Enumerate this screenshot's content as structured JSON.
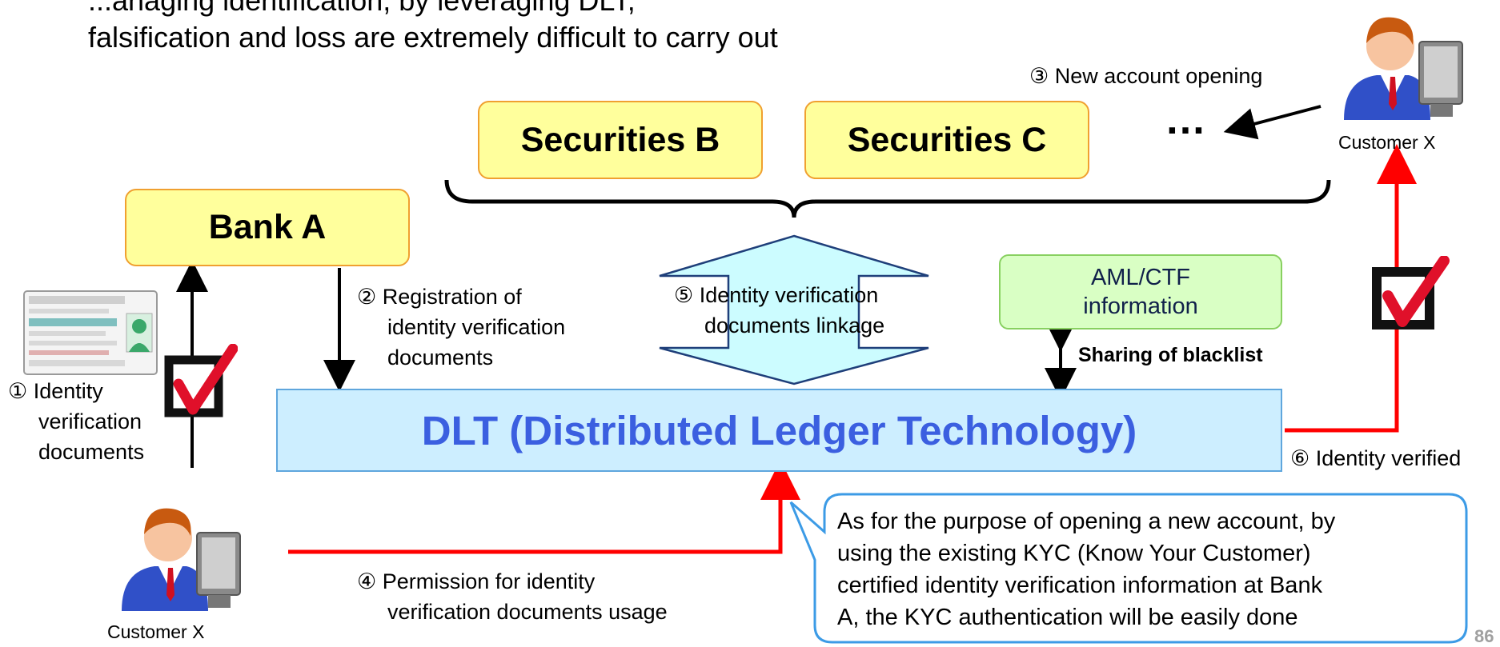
{
  "intro": {
    "line1": "...anaging identification, by leveraging DLT,",
    "line2": "falsification and loss are extremely difficult to carry out"
  },
  "boxes": {
    "bank_a": "Bank A",
    "securities_b": "Securities B",
    "securities_c": "Securities C",
    "ellipsis": "…",
    "aml_ctf_line1": "AML/CTF",
    "aml_ctf_line2": "information",
    "dlt": "DLT (Distributed Ledger Technology)"
  },
  "steps": {
    "step1_line1": "① Identity",
    "step1_line2": "verification",
    "step1_line3": "documents",
    "step2_line1": "② Registration of",
    "step2_line2": "identity verification",
    "step2_line3": "documents",
    "step3": "③ New account opening",
    "step4_line1": "④ Permission for identity",
    "step4_line2": "verification documents usage",
    "step5_line1": "⑤ Identity verification",
    "step5_line2": "documents linkage",
    "step6": "⑥ Identity verified",
    "sharing": "Sharing of blacklist"
  },
  "customers": {
    "top_right": "Customer X",
    "bottom_left": "Customer X"
  },
  "callout": {
    "line1": "As for the purpose of opening a new account, by",
    "line2": "using the existing KYC (Know Your Customer)",
    "line3": "certified identity verification information at Bank",
    "line4": "A, the KYC authentication will be easily done"
  },
  "page_number": "86",
  "colors": {
    "red_line": "#ff0000",
    "dlt_text": "#3b5fe0",
    "yellow_box": "#ffff9c",
    "green_box": "#d9ffc4",
    "dlt_fill": "#cdeeff",
    "callout_border": "#3c9be6"
  },
  "icons": [
    "customer-person-icon",
    "id-card-icon",
    "check-mark-icon"
  ]
}
